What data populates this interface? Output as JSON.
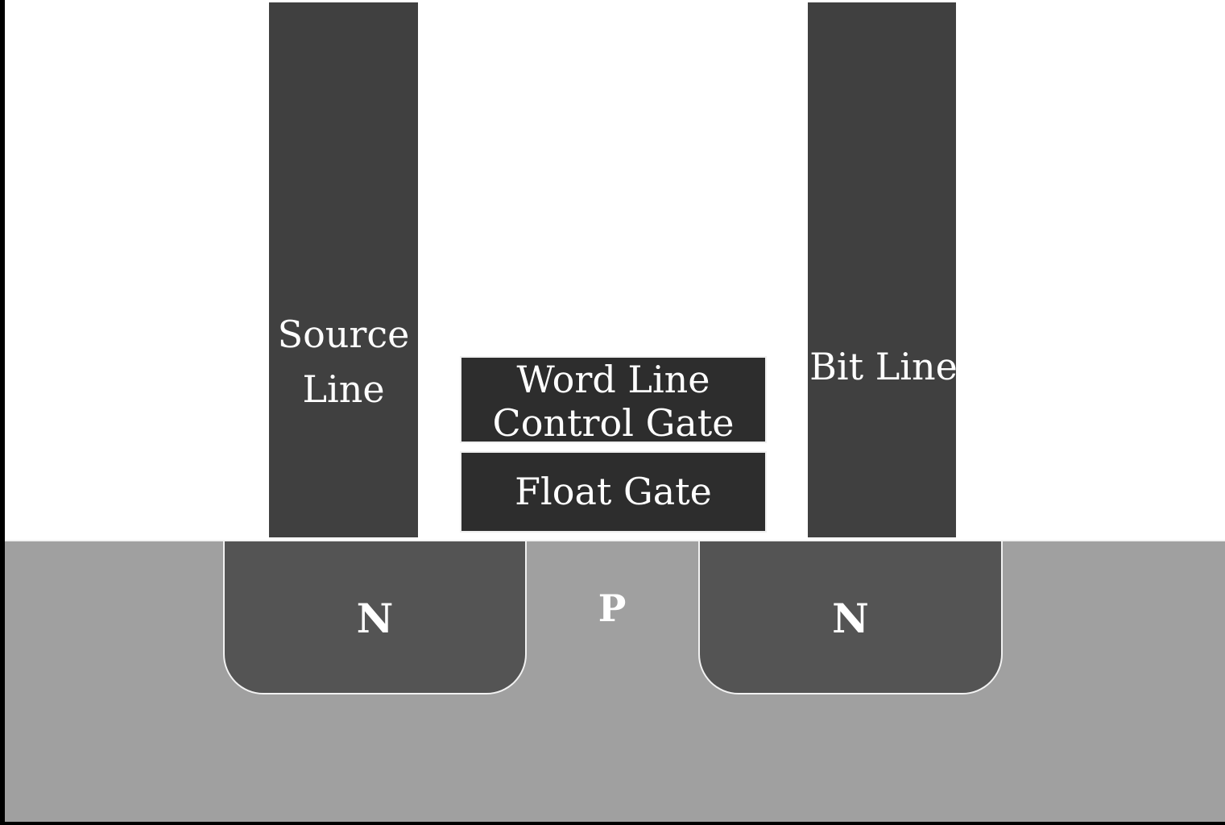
{
  "diagram": {
    "source_line": "Source\nLine",
    "bit_line": "Bit Line",
    "control_gate": {
      "line1": "Word Line",
      "line2": "Control Gate"
    },
    "float_gate": "Float Gate",
    "left_well": "N",
    "right_well": "N",
    "substrate": "P"
  },
  "colors": {
    "background": "#ffffff",
    "line_bars": "#404040",
    "gates": "#2d2d2d",
    "n_wells": "#545454",
    "substrate": "#a0a0a0",
    "text": "#ffffff"
  }
}
